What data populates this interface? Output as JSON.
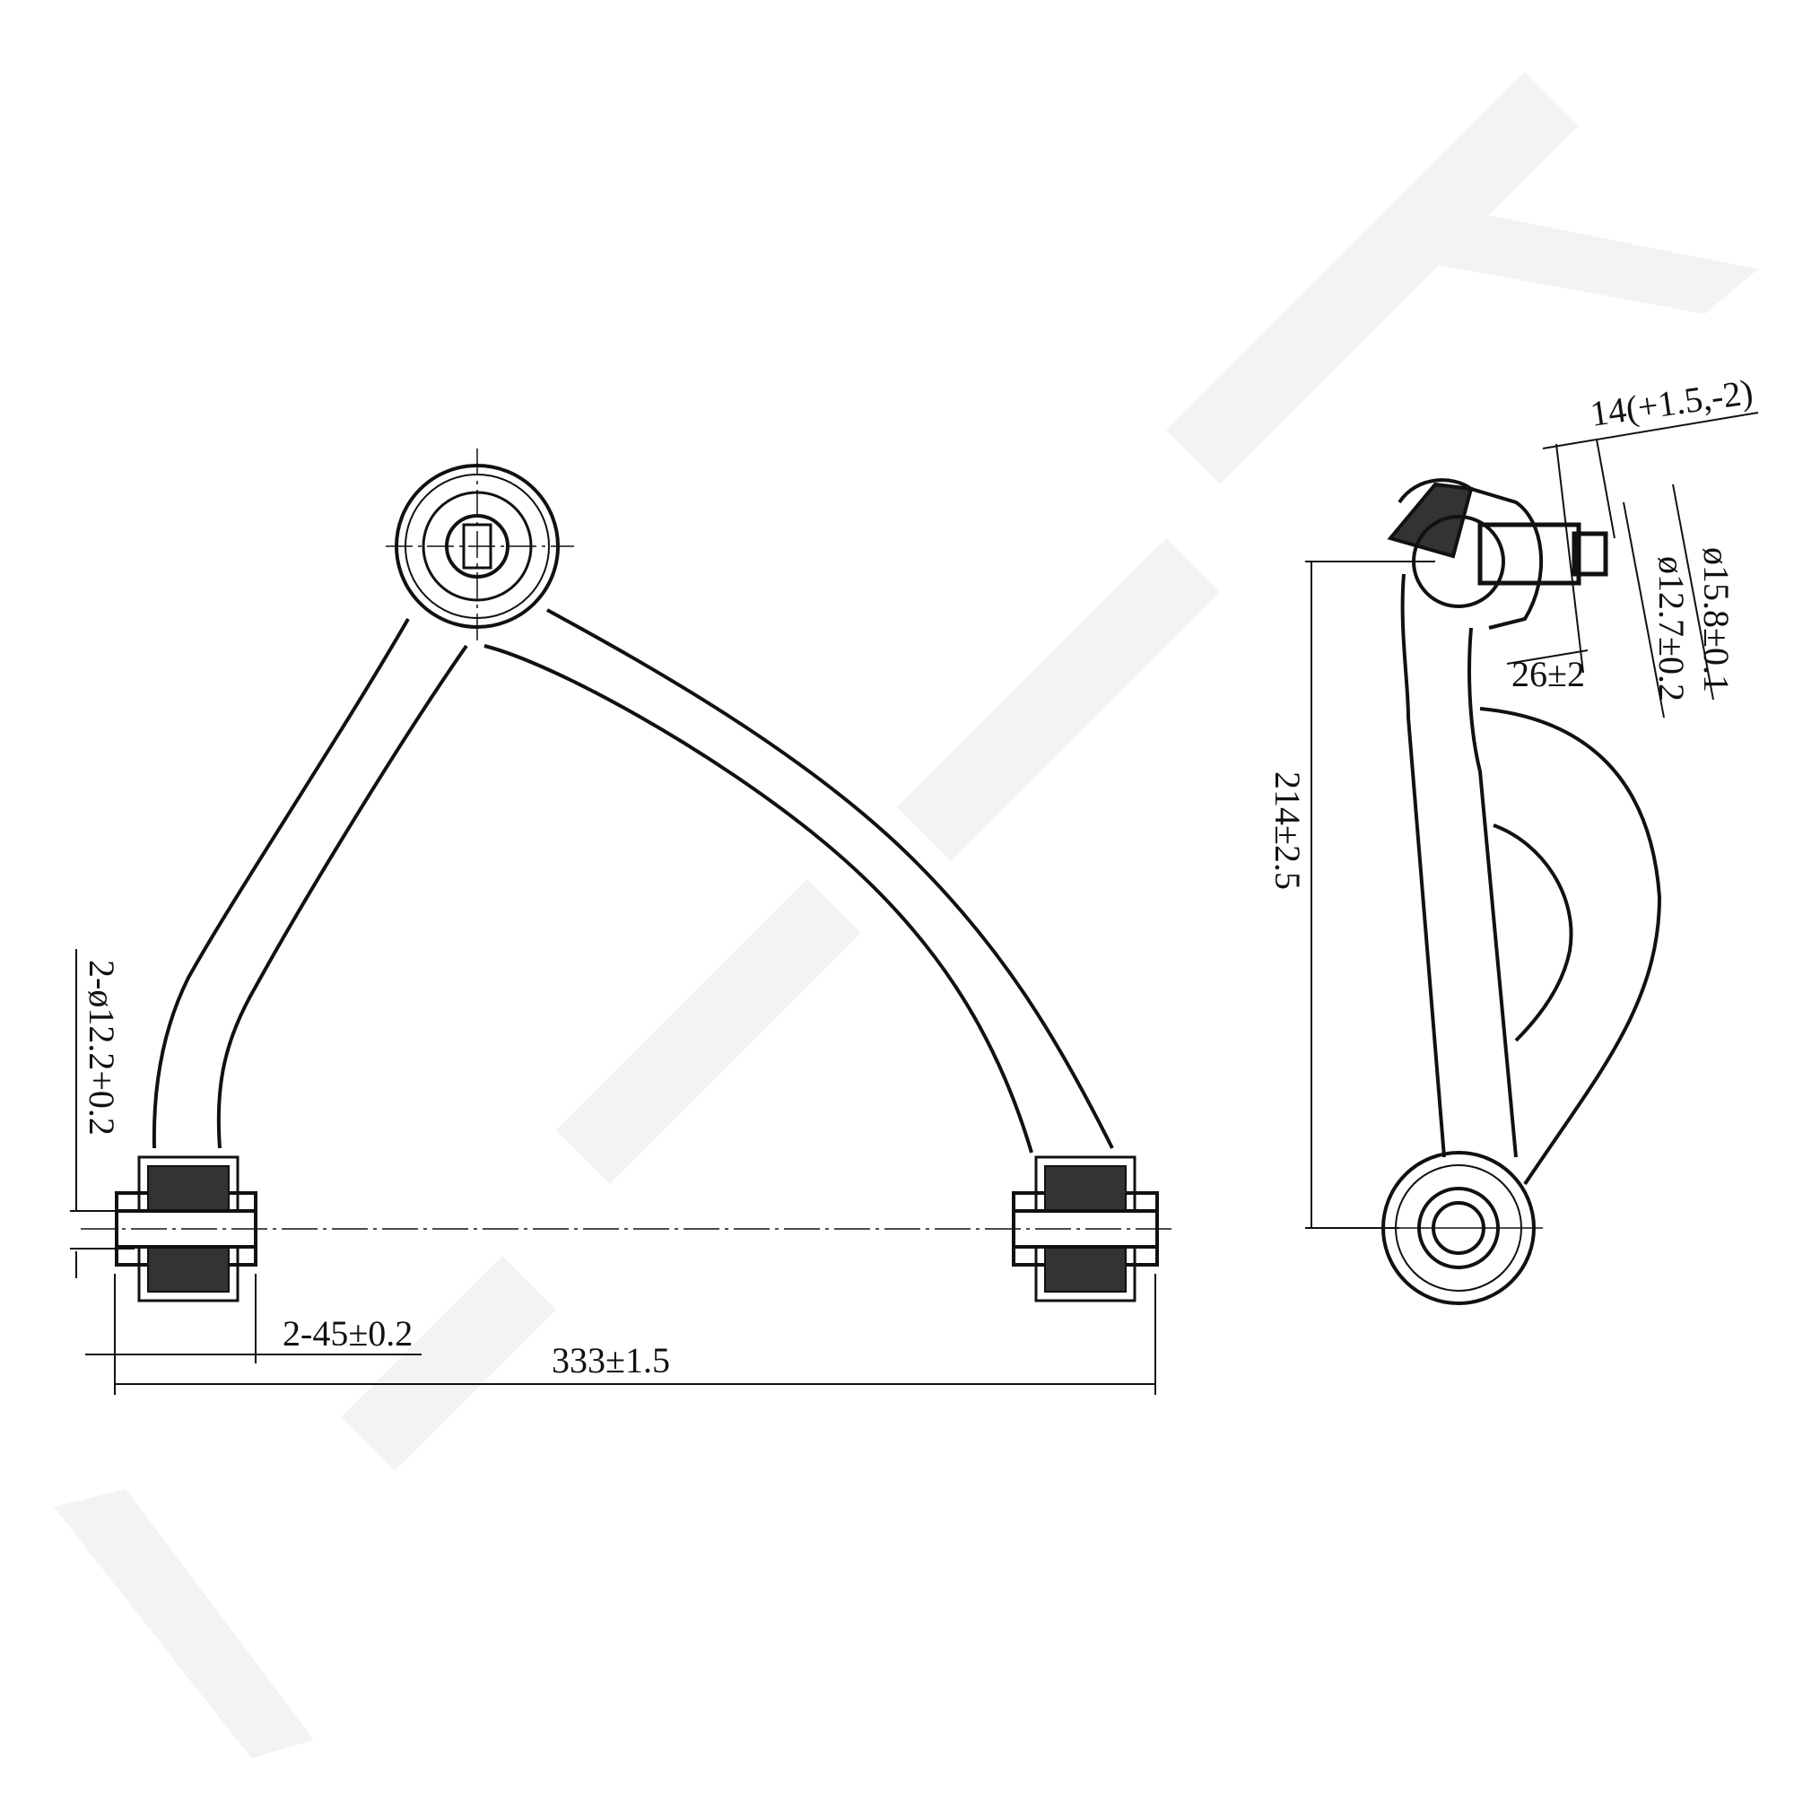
{
  "watermark": "ZENNEK",
  "front_view": {
    "dim_bushing_bore": "2-ø12.2+0.2",
    "dim_bushing_width": "2-45±0.2",
    "dim_overall_width": "333±1.5"
  },
  "side_view": {
    "dim_stud_length": "14(+1.5,-2)",
    "dim_stud_dia_large": "ø15.8±0.1",
    "dim_stud_dia_small": "ø12.7±0.2",
    "dim_stud_offset": "26±2",
    "dim_height": "214±2.5"
  },
  "colors": {
    "line": "#111111",
    "watermark": "#f2f2f2"
  }
}
